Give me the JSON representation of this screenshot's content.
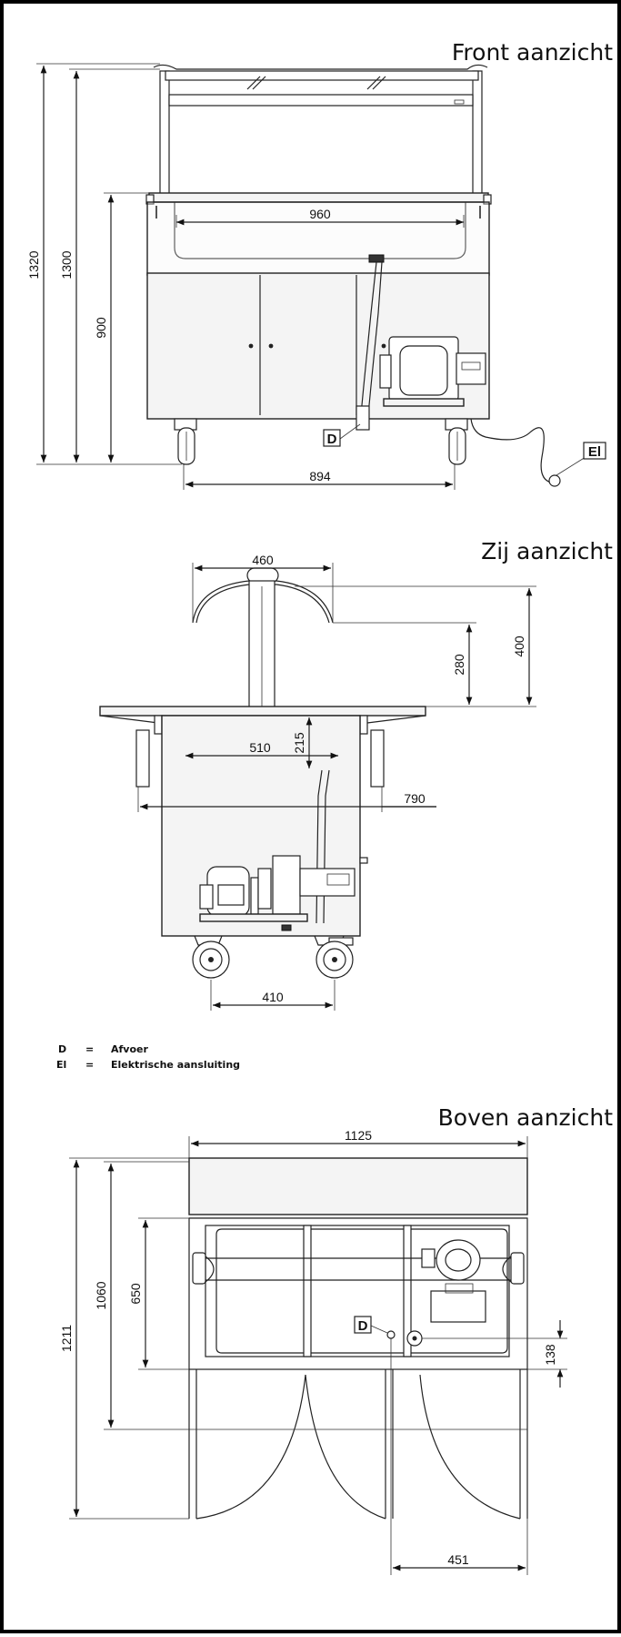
{
  "views": {
    "front": {
      "title": "Front aanzicht",
      "dims": {
        "h1320": "1320",
        "h1300": "1300",
        "h900": "900",
        "w960": "960",
        "w894": "894"
      },
      "tags": {
        "drain": "D",
        "electric": "El"
      }
    },
    "side": {
      "title": "Zij aanzicht",
      "dims": {
        "w460": "460",
        "h400": "400",
        "h280": "280",
        "h215": "215",
        "w510": "510",
        "w790": "790",
        "w410": "410"
      }
    },
    "top": {
      "title": "Boven aanzicht",
      "dims": {
        "w1125": "1125",
        "h1211": "1211",
        "h1060": "1060",
        "h650": "650",
        "h138": "138",
        "w451": "451"
      },
      "tags": {
        "drain": "D"
      }
    }
  },
  "legend": [
    {
      "code": "D",
      "eq": "=",
      "text": "Afvoer"
    },
    {
      "code": "El",
      "eq": "=",
      "text": "Elektrische aansluiting"
    }
  ]
}
